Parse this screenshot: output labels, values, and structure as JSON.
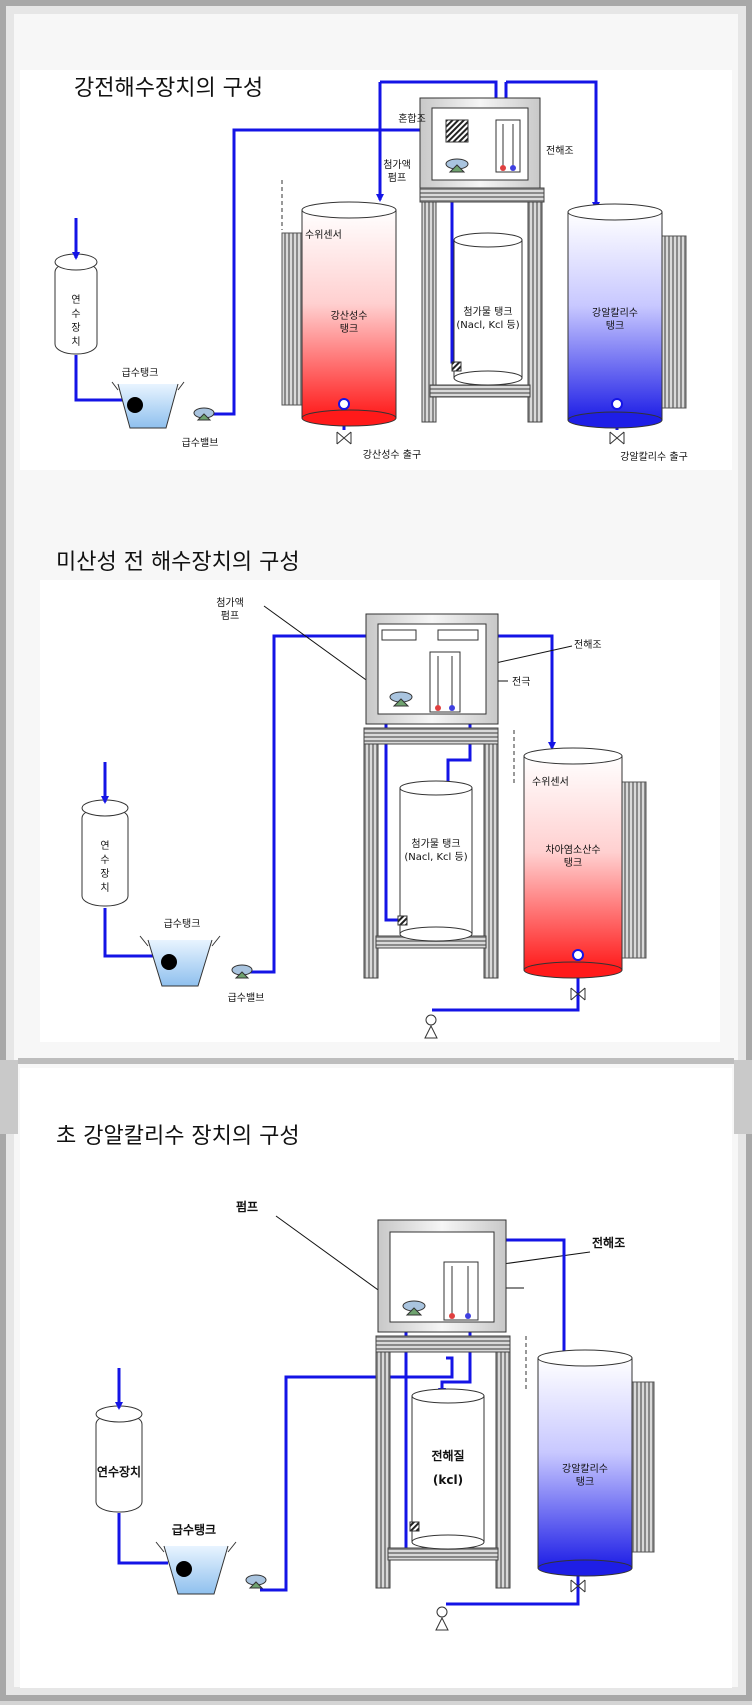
{
  "colors": {
    "pipe": "#1414e6",
    "acid": "#ff2020",
    "alkali": "#1f1fe0",
    "frame_bg": "#9c9c9c"
  },
  "diagram1": {
    "title": "강전해수장치의 구성",
    "softener": [
      "연",
      "수",
      "장",
      "치"
    ],
    "feed_tank": "급수탱크",
    "feed_valve": "급수밸브",
    "water_sensor": "수위센서",
    "acid_tank": [
      "강산성수",
      "탱크"
    ],
    "acid_outlet": "강산성수 출구",
    "mixing_tank": "혼합조",
    "dosing_pump": [
      "첨가액",
      "펌프"
    ],
    "electrolyzer": "전해조",
    "additive_tank": [
      "첨가물 탱크",
      "(Nacl, Kcl 등)"
    ],
    "alkali_tank": [
      "강알칼리수",
      "탱크"
    ],
    "alkali_outlet": "강알칼리수 출구"
  },
  "diagram2": {
    "title": "미산성 전 해수장치의 구성",
    "dosing_pump": [
      "첨가액",
      "펌프"
    ],
    "electrolyzer": "전해조",
    "electrode": "전극",
    "softener": [
      "연",
      "수",
      "장",
      "치"
    ],
    "feed_tank": "급수탱크",
    "feed_valve": "급수밸브",
    "additive_tank": [
      "첨가물 탱크",
      "(Nacl, Kcl 등)"
    ],
    "water_sensor": "수위센서",
    "hypo_tank": [
      "차아염소산수",
      "탱크"
    ]
  },
  "diagram3": {
    "title": "초 강알칼리수 장치의 구성",
    "pump": "펌프",
    "electrolyzer": "전해조",
    "softener": "연수장치",
    "feed_tank": "급수탱크",
    "electrolyte": [
      "전해질",
      "(kcl)"
    ],
    "alkali_tank": [
      "강알칼리수",
      "탱크"
    ]
  }
}
